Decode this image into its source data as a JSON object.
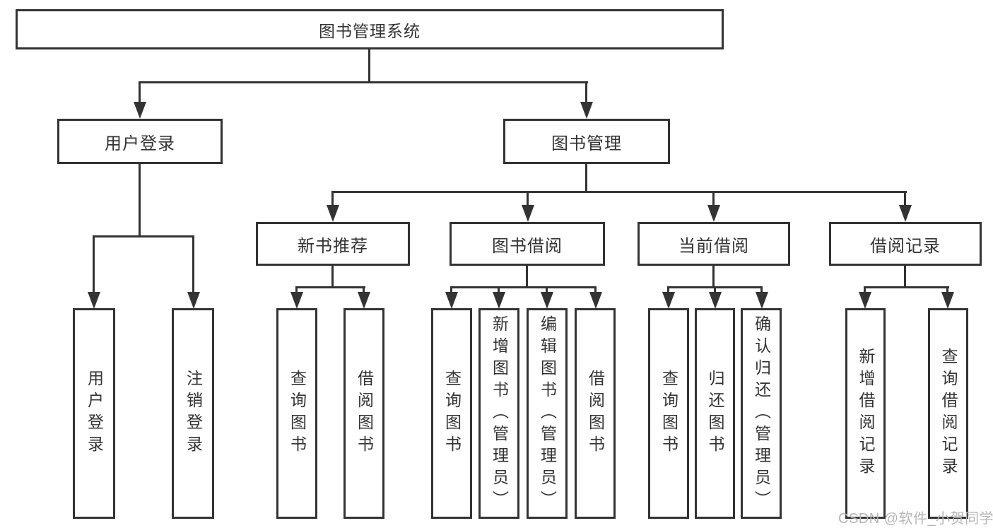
{
  "diagram": {
    "root": {
      "label": "图书管理系统"
    },
    "level2": [
      {
        "label": "用户登录"
      },
      {
        "label": "图书管理"
      }
    ],
    "level3": [
      {
        "label": "新书推荐"
      },
      {
        "label": "图书借阅"
      },
      {
        "label": "当前借阅"
      },
      {
        "label": "借阅记录"
      }
    ],
    "leaves": [
      {
        "label": "用户登录"
      },
      {
        "label": "注销登录"
      },
      {
        "label": "查询图书"
      },
      {
        "label": "借阅图书"
      },
      {
        "label": "查询图书"
      },
      {
        "label": "新增图书（管理员）"
      },
      {
        "label": "编辑图书（管理员）"
      },
      {
        "label": "借阅图书"
      },
      {
        "label": "查询图书"
      },
      {
        "label": "归还图书"
      },
      {
        "label": "确认归还（管理员）"
      },
      {
        "label": "新增借阅记录"
      },
      {
        "label": "查询借阅记录"
      }
    ]
  },
  "watermark": {
    "text": "CSDN @软件_小贺同学"
  },
  "colors": {
    "line": "#333333",
    "text": "#333333",
    "watermark": "#b5b5b5",
    "background": "#ffffff"
  }
}
